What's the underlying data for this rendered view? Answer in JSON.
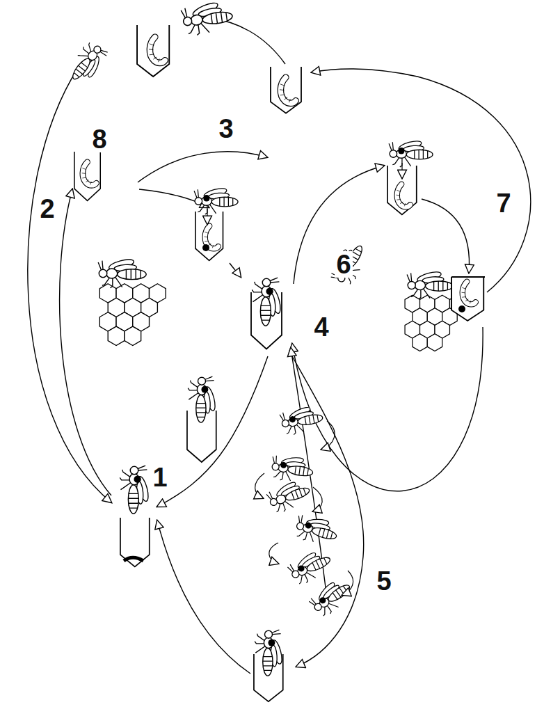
{
  "diagram": {
    "labels": [
      "8",
      "3",
      "2",
      "7",
      "6",
      "4",
      "1",
      "5"
    ]
  }
}
